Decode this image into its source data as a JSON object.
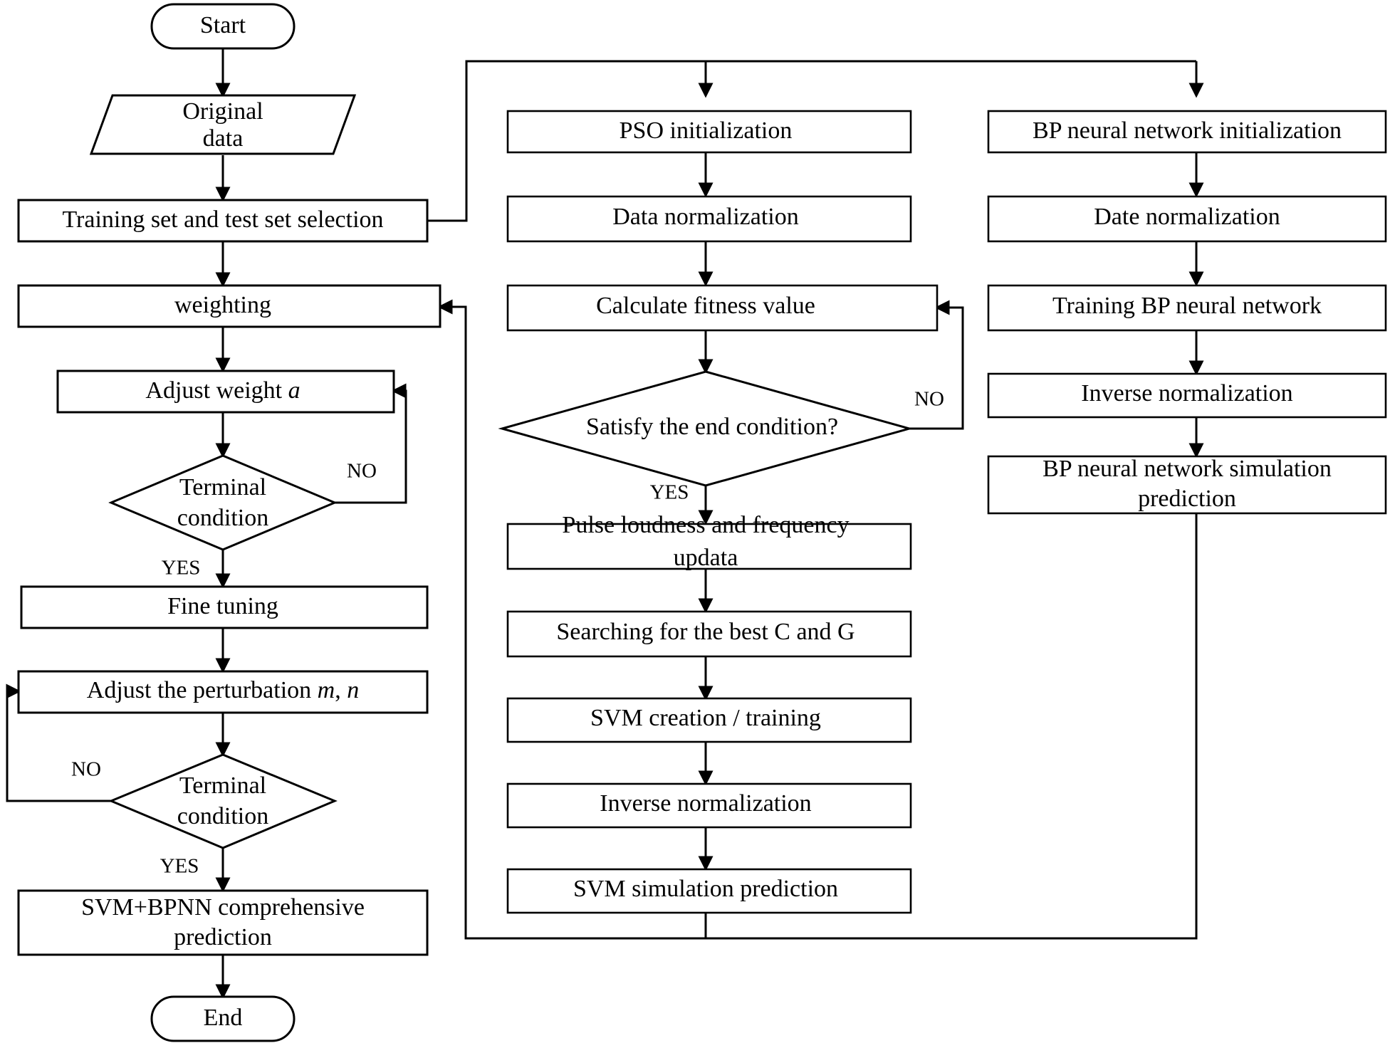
{
  "diagram": {
    "title": "SVM+BPNN hybrid prediction flowchart",
    "type": "flowchart",
    "background_color": "#ffffff",
    "line_color": "#000000"
  },
  "left_column": {
    "start": "Start",
    "original_data_line1": "Original",
    "original_data_line2": "data",
    "training_test_selection": "Training set and test set selection",
    "weighting": "weighting",
    "adjust_weight_prefix": "Adjust weight ",
    "adjust_weight_var": "a",
    "terminal_condition_1_line1": "Terminal",
    "terminal_condition_1_line2": "condition",
    "fine_tuning": "Fine tuning",
    "adjust_perturbation_prefix": "Adjust the perturbation ",
    "adjust_perturbation_var1": "m",
    "adjust_perturbation_sep": ", ",
    "adjust_perturbation_var2": "n",
    "terminal_condition_2_line1": "Terminal",
    "terminal_condition_2_line2": "condition",
    "comprehensive_line1": "SVM+BPNN comprehensive",
    "comprehensive_line2": "prediction",
    "end": "End"
  },
  "middle_column": {
    "pso_initialization": "PSO initialization",
    "data_normalization": "Data normalization",
    "calculate_fitness": "Calculate fitness value",
    "satisfy_end_condition": "Satisfy the end condition?",
    "pulse_line1": "Pulse loudness and frequency",
    "pulse_line2": "updata",
    "searching_best": "Searching for the best C and G",
    "svm_creation": "SVM creation / training",
    "inverse_normalization": "Inverse normalization",
    "svm_simulation": "SVM simulation prediction"
  },
  "right_column": {
    "bp_initialization": "BP neural network initialization",
    "date_normalization": "Date normalization",
    "training_bp": "Training BP neural network",
    "inverse_normalization": "Inverse normalization",
    "bp_simulation_line1": "BP neural network simulation",
    "bp_simulation_line2": "prediction"
  },
  "edge_labels": {
    "no_1": "NO",
    "yes_1": "YES",
    "no_2": "NO",
    "yes_2": "YES",
    "no_mid": "NO",
    "yes_mid": "YES"
  }
}
